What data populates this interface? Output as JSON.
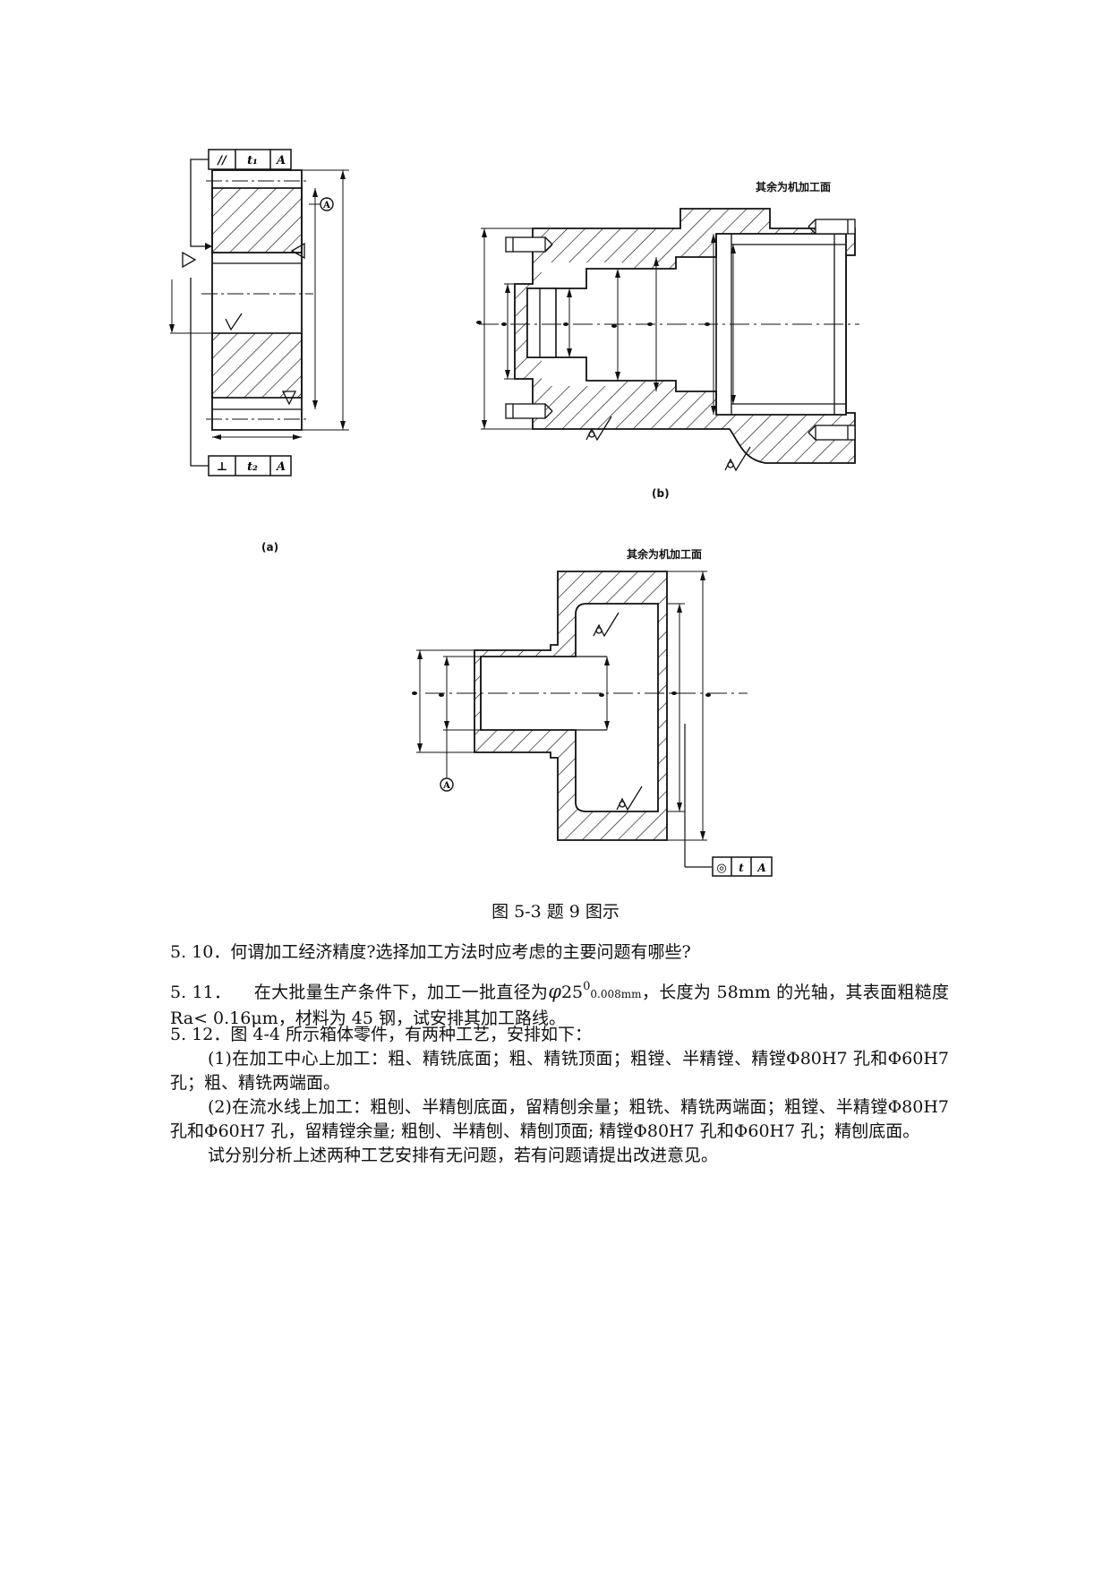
{
  "figure": {
    "fig_a": {
      "label": "(a)",
      "tol_top": {
        "symbol": "//",
        "value": "t₁",
        "datum": "A"
      },
      "tol_bottom": {
        "symbol": "⊥",
        "value": "t₂",
        "datum": "A"
      },
      "datum_letter": "A"
    },
    "fig_b": {
      "label": "(b)",
      "note": "其余为机加工面"
    },
    "fig_c": {
      "note": "其余为机加工面",
      "datum_letter": "A",
      "tol": {
        "symbol": "◎",
        "value": "t",
        "datum": "A"
      }
    },
    "caption": "图 5-3 题 9 图示"
  },
  "questions": {
    "q10": "5. 10．何谓加工经济精度?选择加工方法时应考虑的主要问题有哪些?",
    "q11": {
      "number": "5. 11．",
      "part1": "在大批量生产条件下，加工一批直径为",
      "phi": "φ",
      "dia": "25",
      "upper": "0",
      "lower": "0.008",
      "unit": "mm",
      "part2": "，长度为 58mm 的光轴，其表面粗糙度 Ra< 0.16μm，材料为 45 钢，试安排其加工路线。"
    },
    "q12": {
      "intro": "5. 12．图 4-4 所示箱体零件，有两种工艺，安排如下：",
      "item1": "(1)在加工中心上加工：粗、精铣底面；粗、精铣顶面；粗镗、半精镗、精镗Φ80H7 孔和Φ60H7 孔；粗、精铣两端面。",
      "item2": "(2)在流水线上加工：粗刨、半精刨底面，留精刨余量；粗铣、精铣两端面；粗镗、半精镗Φ80H7 孔和Φ60H7 孔，留精镗余量; 粗刨、半精刨、精刨顶面; 精镗Φ80H7 孔和Φ60H7 孔；精刨底面。",
      "task": "试分别分析上述两种工艺安排有无问题，若有问题请提出改进意见。"
    }
  }
}
